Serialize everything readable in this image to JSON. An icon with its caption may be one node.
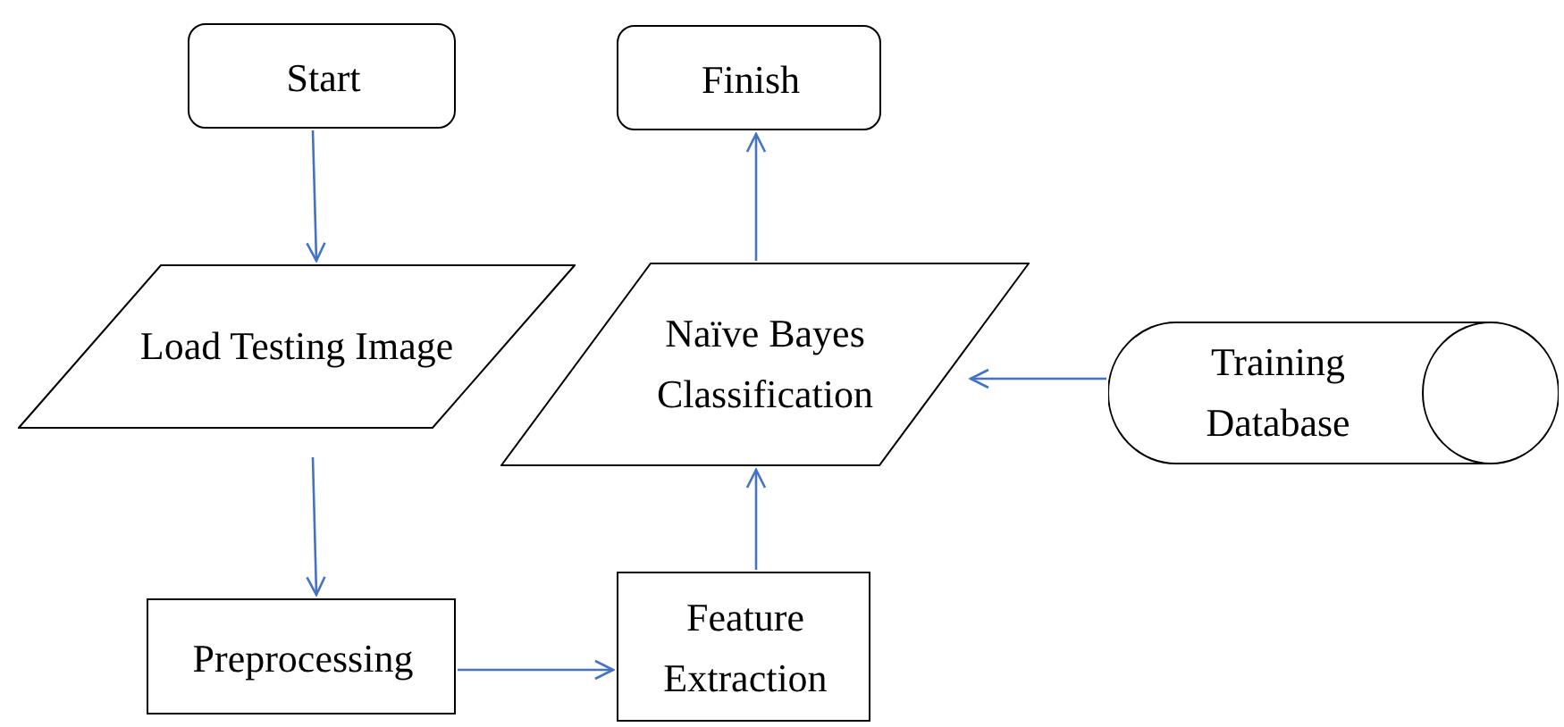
{
  "diagram": {
    "nodes": [
      {
        "text": [
          "Start"
        ]
      },
      {
        "text": [
          "Finish"
        ]
      },
      {
        "text": [
          "Load Testing Image"
        ]
      },
      {
        "text": [
          "Naïve Bayes Classification"
        ]
      },
      {
        "text": [
          "Training Database"
        ]
      },
      {
        "text": [
          "Preprocessing"
        ]
      },
      {
        "text": [
          "Feature Extraction"
        ]
      }
    ],
    "edges": [
      {
        "from": 0,
        "to": 2,
        "arrow": "to"
      },
      {
        "from": 2,
        "to": 5,
        "arrow": "to"
      },
      {
        "from": 5,
        "to": 6,
        "arrow": "to"
      },
      {
        "from": 6,
        "to": 3,
        "arrow": "to"
      },
      {
        "from": 3,
        "to": 1,
        "arrow": "to"
      },
      {
        "from": 4,
        "to": 3,
        "arrow": "to"
      }
    ]
  }
}
